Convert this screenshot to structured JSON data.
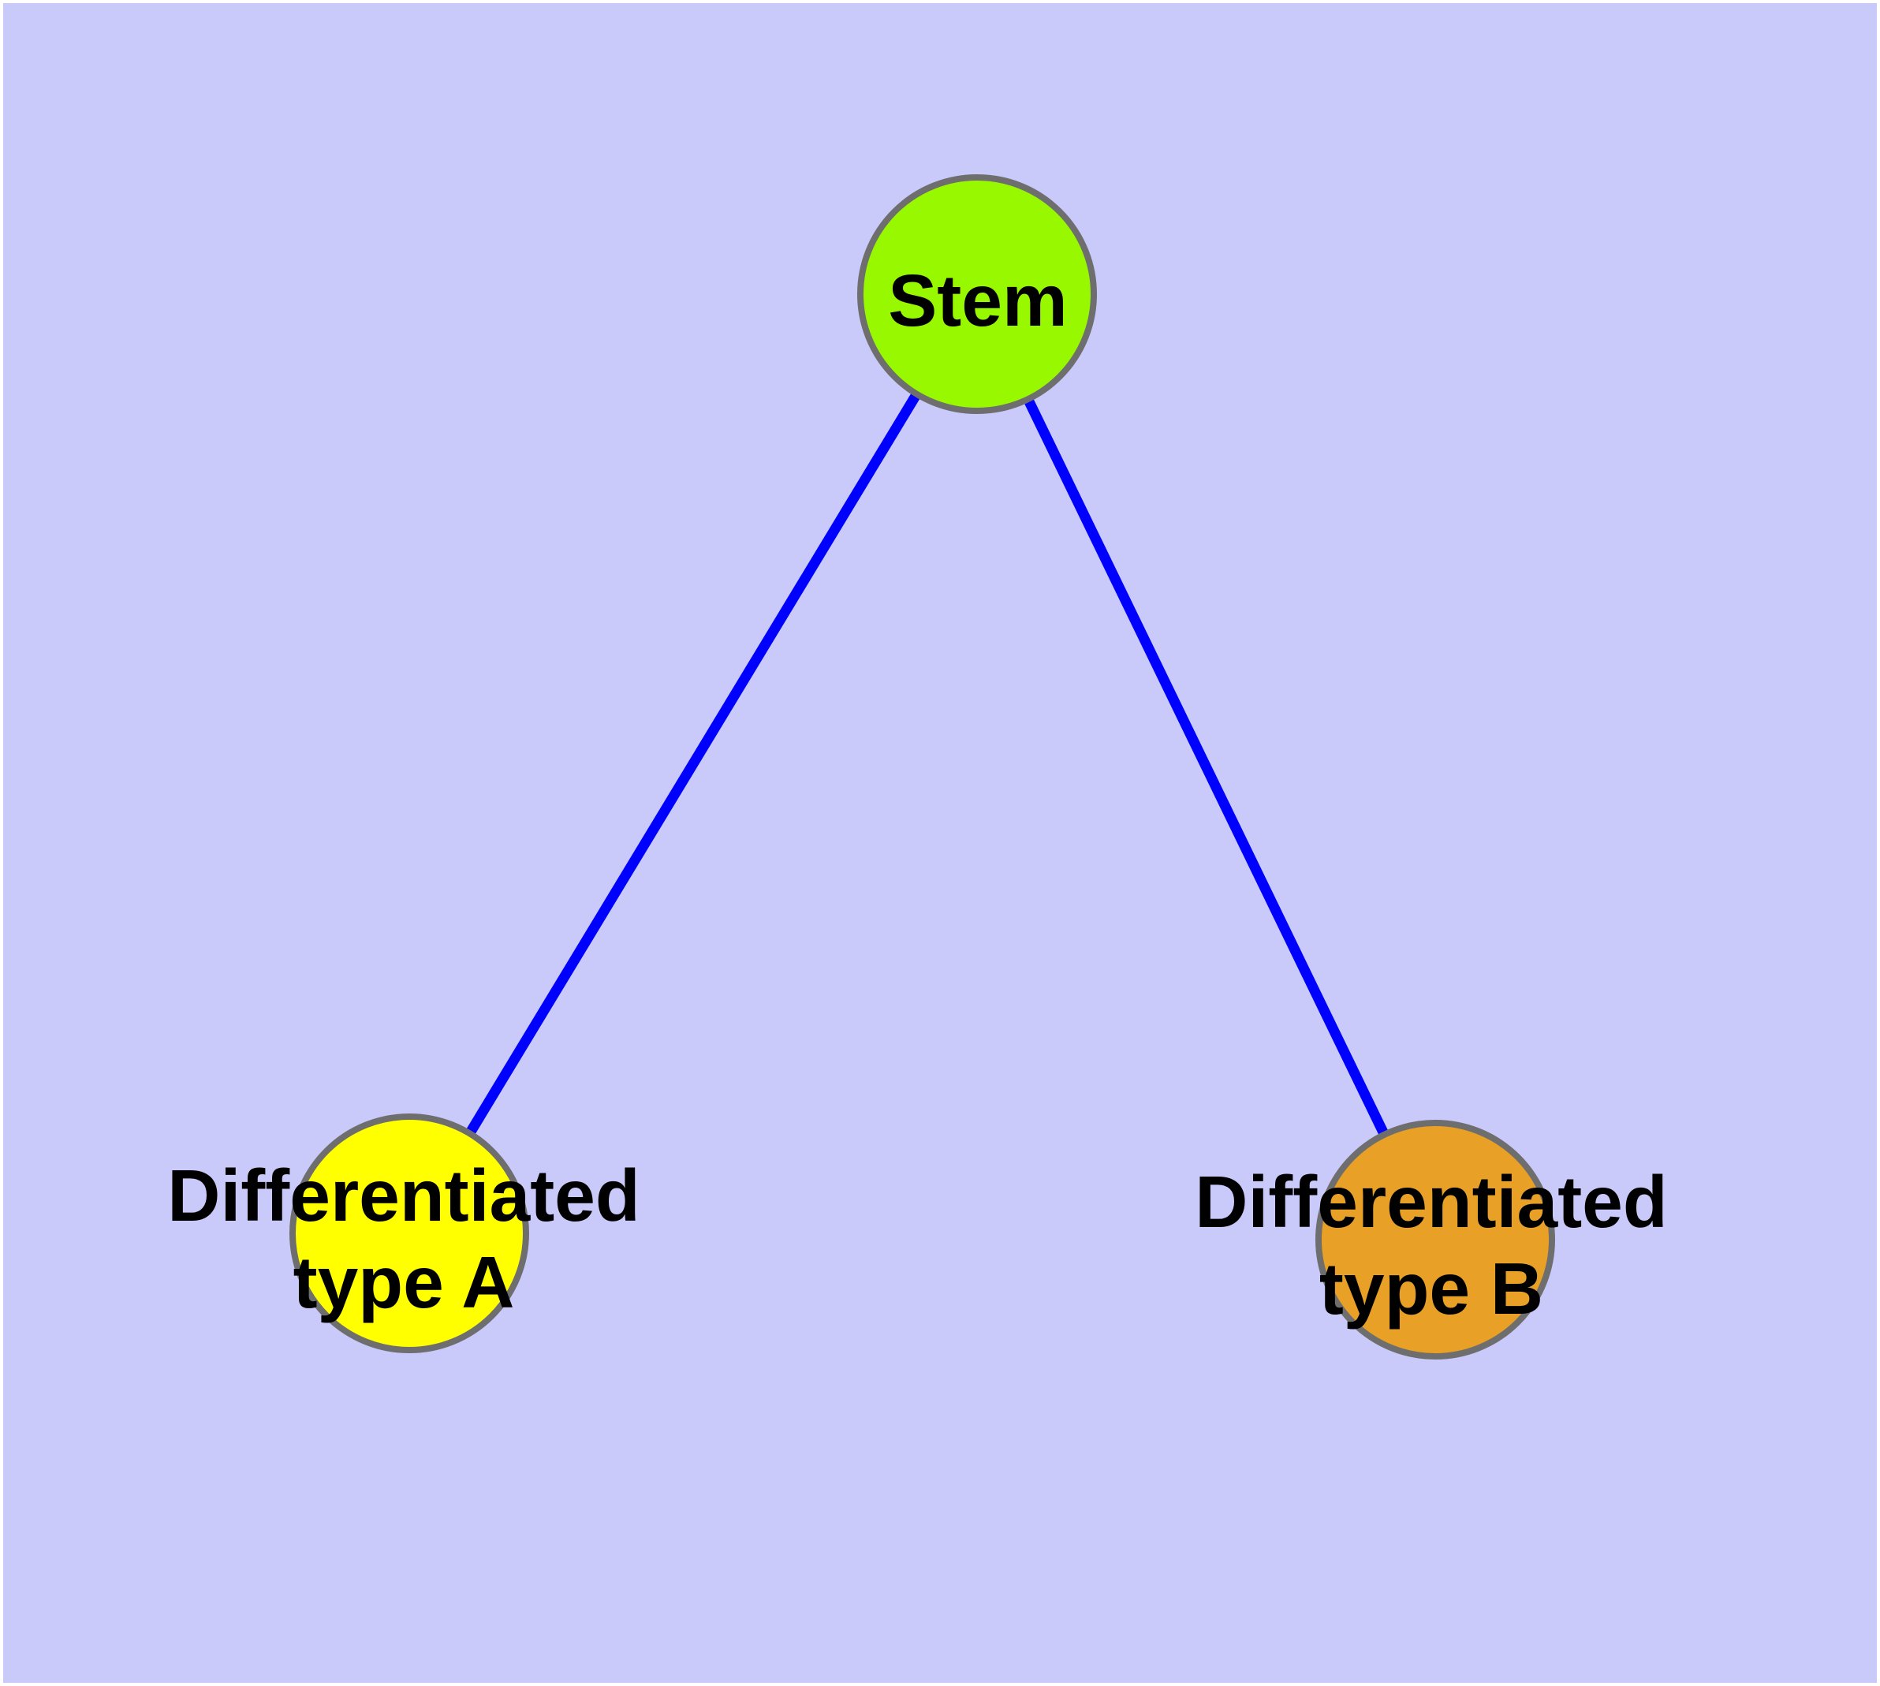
{
  "diagram": {
    "type": "graph",
    "background_color": "#c9c9fa",
    "page_color": "#ffffff",
    "text_color": "#000000",
    "node_border_color": "#6e6e6e",
    "edge_color": "#0000ff",
    "nodes": [
      {
        "id": "stem",
        "label": "Stem",
        "fill": "#97f800"
      },
      {
        "id": "differentiated-type-a",
        "label": "Differentiated type A",
        "label_lines": [
          "Differentiated",
          "type A"
        ],
        "fill": "#ffff00"
      },
      {
        "id": "differentiated-type-b",
        "label": "Differentiated type B",
        "label_lines": [
          "Differentiated",
          "type B"
        ],
        "fill": "#e8a026"
      }
    ],
    "edges": [
      {
        "from": "stem",
        "to": "differentiated-type-a",
        "color": "#0000ff"
      },
      {
        "from": "stem",
        "to": "differentiated-type-b",
        "color": "#0000ff"
      }
    ]
  }
}
